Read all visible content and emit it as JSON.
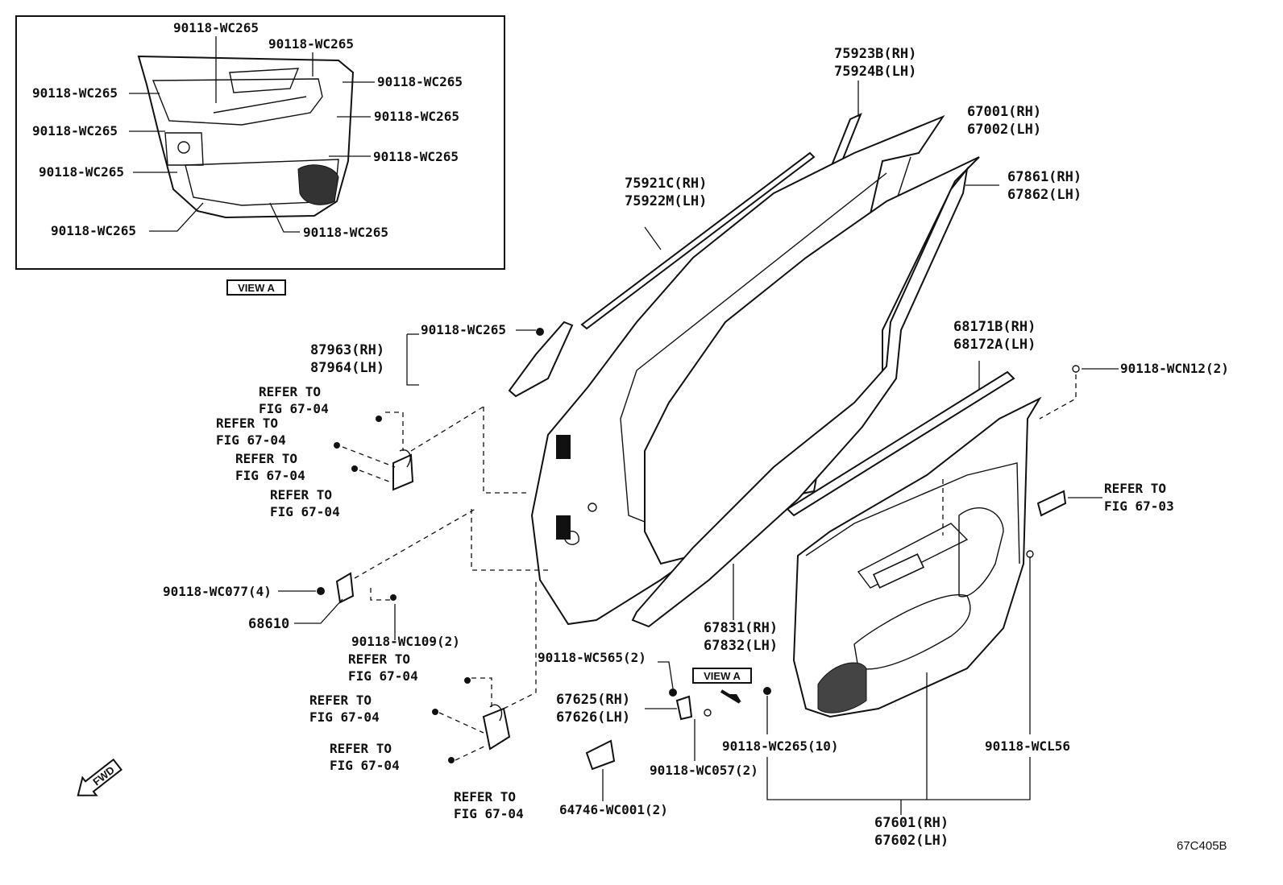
{
  "diagram": {
    "view_a_label": "VIEW A",
    "fwd_label": "FWD",
    "figure_code": "67C405B",
    "inset_labels": {
      "top_left": "90118-WC265",
      "top_mid": "90118-WC265",
      "right_1": "90118-WC265",
      "right_2": "90118-WC265",
      "right_3": "90118-WC265",
      "left_1": "90118-WC265",
      "left_2": "90118-WC265",
      "left_3": "90118-WC265",
      "bottom_left": "90118-WC265",
      "bottom_right": "90118-WC265"
    },
    "parts": {
      "p75923": [
        "75923B(RH)",
        "75924B(LH)"
      ],
      "p67001": [
        "67001(RH)",
        "67002(LH)"
      ],
      "p67861": [
        "67861(RH)",
        "67862(LH)"
      ],
      "p75921": [
        "75921C(RH)",
        "75922M(LH)"
      ],
      "p68171": [
        "68171B(RH)",
        "68172A(LH)"
      ],
      "p87963": [
        "87963(RH)",
        "87964(LH)"
      ],
      "p67831": [
        "67831(RH)",
        "67832(LH)"
      ],
      "p67625": [
        "67625(RH)",
        "67626(LH)"
      ],
      "p67601": [
        "67601(RH)",
        "67602(LH)"
      ],
      "p68610": "68610",
      "p64746": "64746-WC001(2)"
    },
    "fasteners": {
      "wc265_main": "90118-WC265",
      "wcn12": "90118-WCN12(2)",
      "wc077": "90118-WC077(4)",
      "wc109": "90118-WC109(2)",
      "wc565": "90118-WC565(2)",
      "wc057": "90118-WC057(2)",
      "wc265_10": "90118-WC265(10)",
      "wcl56": "90118-WCL56"
    },
    "refer": {
      "line1": "REFER TO",
      "fig_6704": "FIG 67-04",
      "fig_6703": "FIG 67-03"
    }
  }
}
